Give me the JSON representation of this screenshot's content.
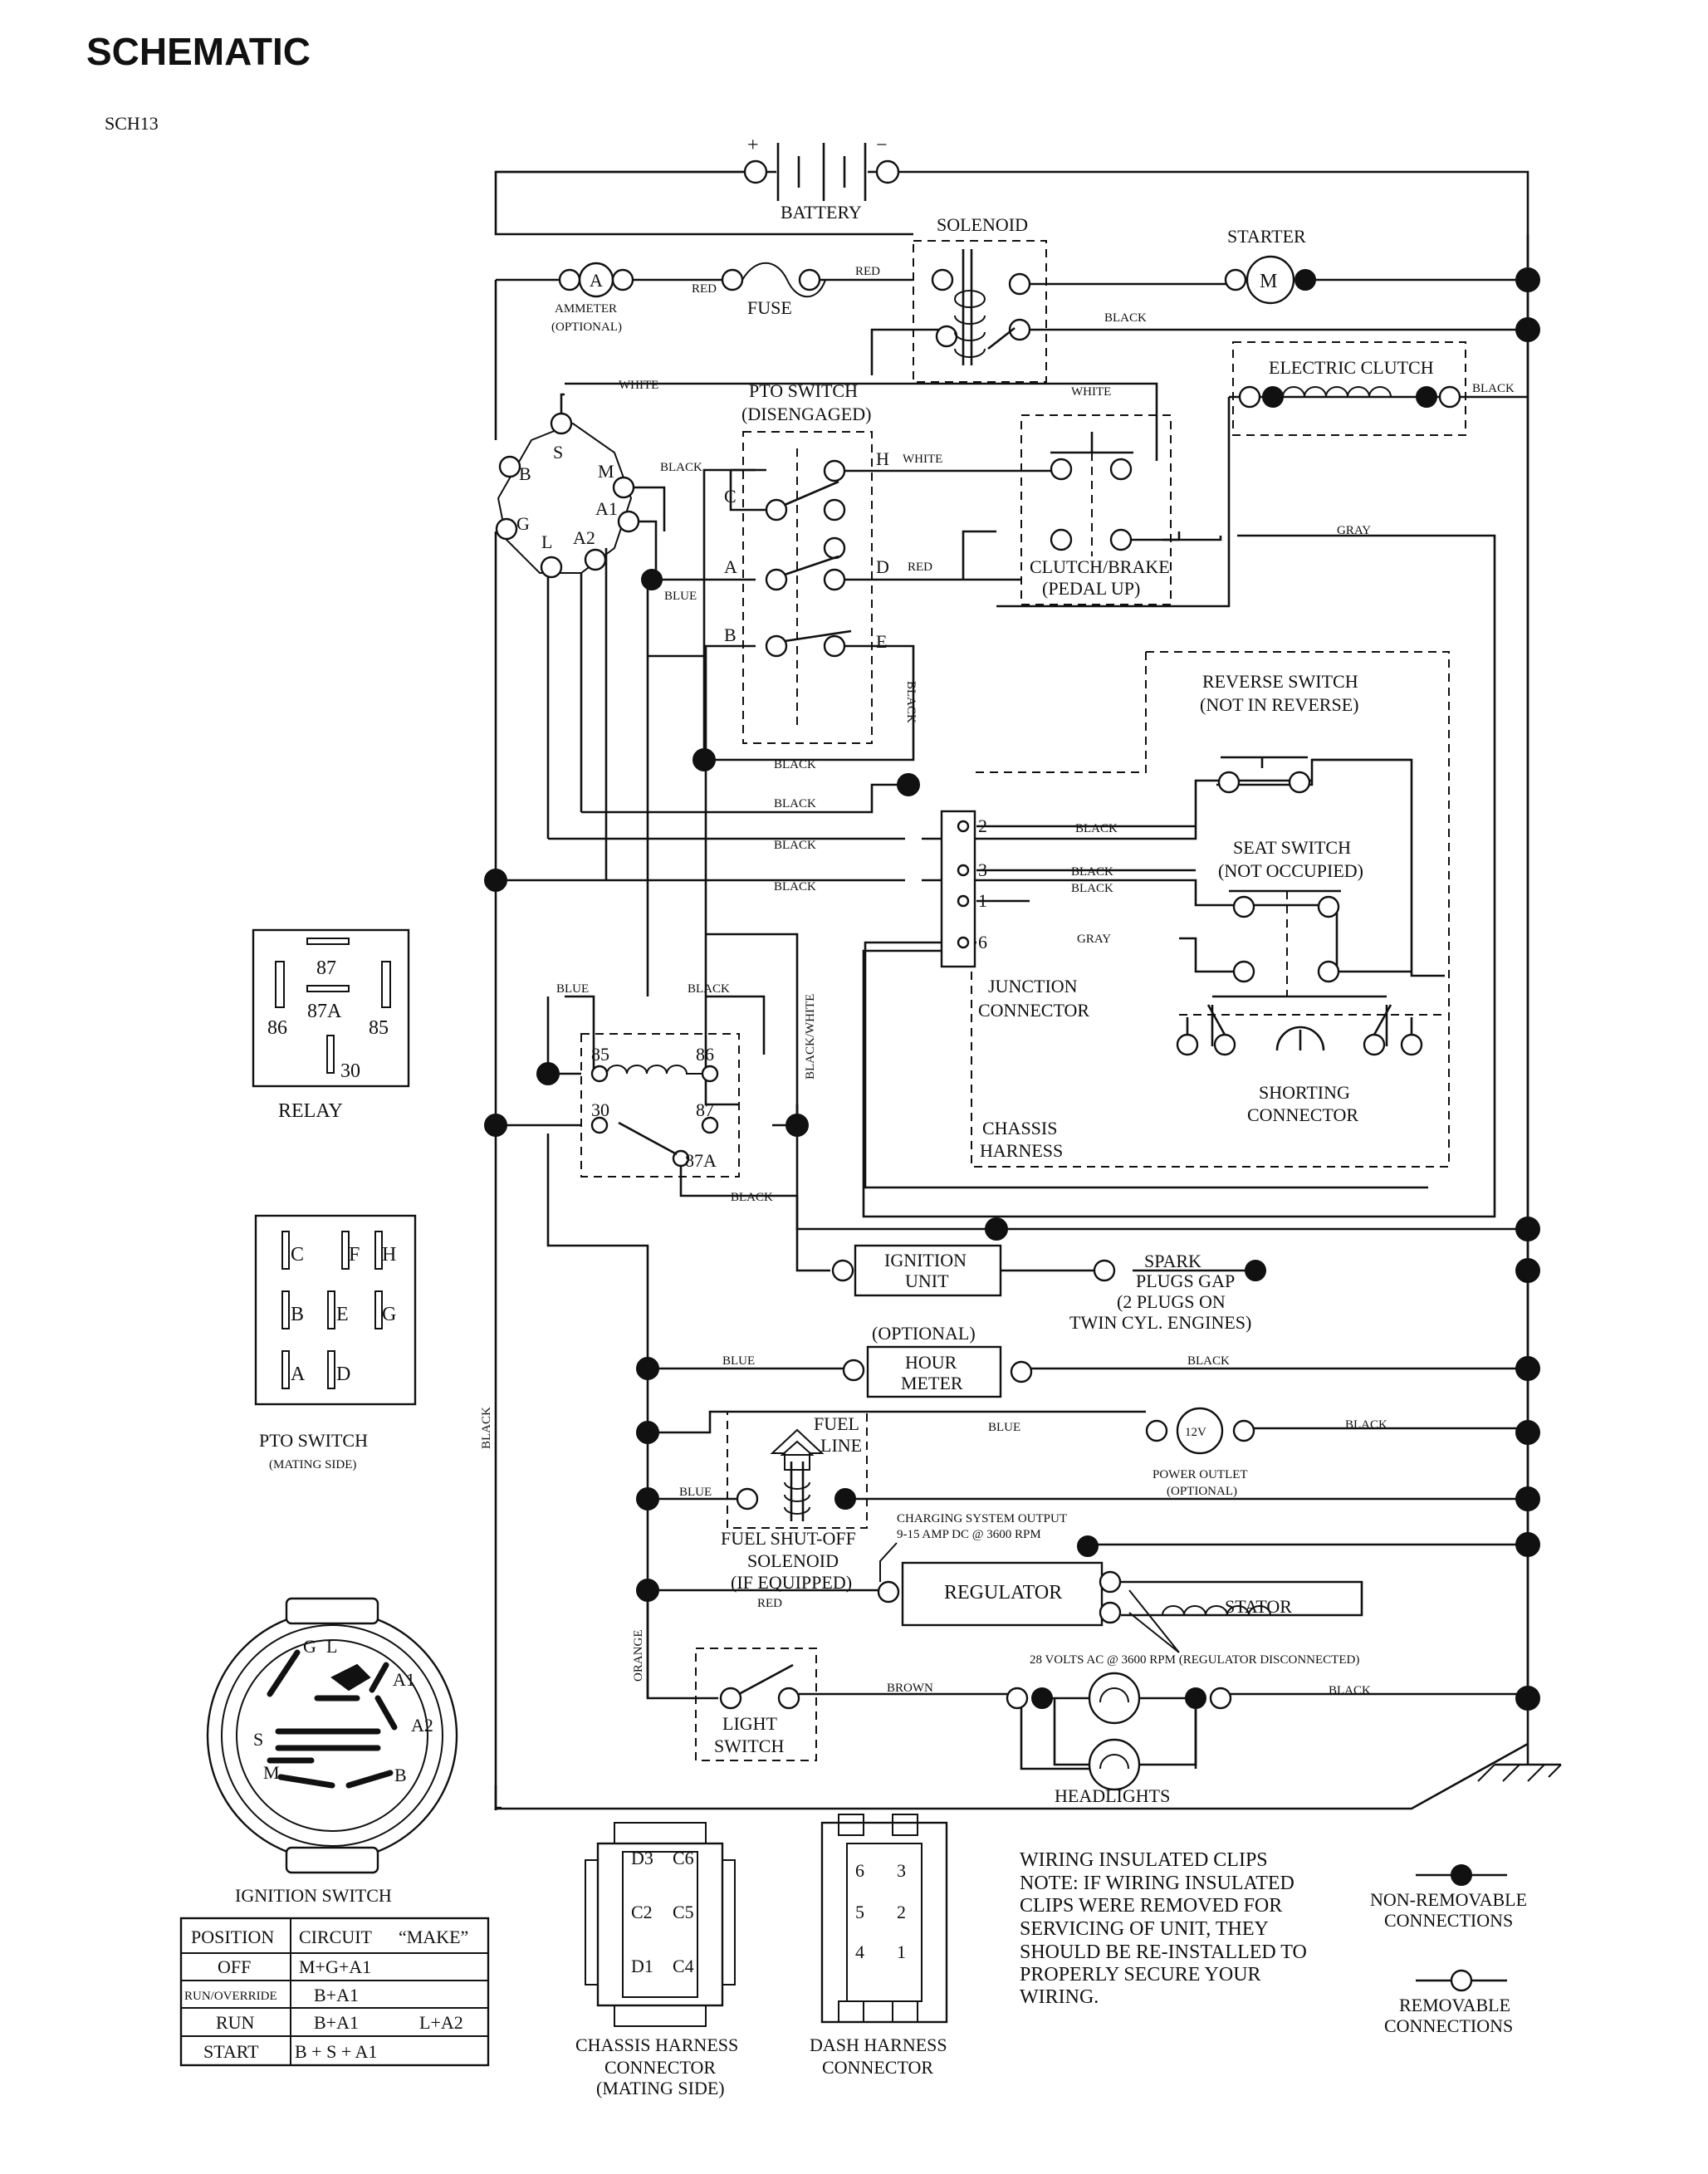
{
  "page": {
    "title": "SCHEMATIC",
    "code": "SCH13"
  },
  "components": {
    "battery": "BATTERY",
    "battery_plus": "+",
    "battery_minus": "−",
    "solenoid": "SOLENOID",
    "starter": "STARTER",
    "starter_symbol": "M",
    "ammeter": [
      "AMMETER",
      "(OPTIONAL)"
    ],
    "ammeter_symbol": "A",
    "fuse": "FUSE",
    "pto_switch": [
      "PTO SWITCH",
      "(DISENGAGED)"
    ],
    "electric_clutch": "ELECTRIC CLUTCH",
    "clutch_brake": [
      "CLUTCH/BRAKE",
      "(PEDAL UP)"
    ],
    "reverse_switch": [
      "REVERSE SWITCH",
      "(NOT IN REVERSE)"
    ],
    "seat_switch": [
      "SEAT SWITCH",
      "(NOT OCCUPIED)"
    ],
    "junction_connector": [
      "JUNCTION",
      "CONNECTOR"
    ],
    "shorting_connector": [
      "SHORTING",
      "CONNECTOR"
    ],
    "chassis_harness": [
      "CHASSIS",
      "HARNESS"
    ],
    "ignition_unit": [
      "IGNITION",
      "UNIT"
    ],
    "spark_plugs": [
      "SPARK",
      "PLUGS GAP",
      "(2 PLUGS ON",
      "TWIN CYL. ENGINES)"
    ],
    "hour_meter": [
      "(OPTIONAL)",
      "HOUR",
      "METER"
    ],
    "power_outlet": [
      "POWER OUTLET",
      "(OPTIONAL)"
    ],
    "power_outlet_symbol": "12V",
    "fuel_line": [
      "FUEL",
      "LINE"
    ],
    "fuel_solenoid": [
      "FUEL SHUT-OFF",
      "SOLENOID",
      "(IF EQUIPPED)"
    ],
    "charging_output": [
      "CHARGING SYSTEM OUTPUT",
      "9-15 AMP DC @ 3600 RPM"
    ],
    "regulator": "REGULATOR",
    "stator": "STATOR",
    "stator_note": "28 VOLTS AC @ 3600 RPM (REGULATOR DISCONNECTED)",
    "light_switch": [
      "LIGHT",
      "SWITCH"
    ],
    "headlights": "HEADLIGHTS"
  },
  "ign_terminals": [
    "S",
    "B",
    "M",
    "G",
    "A1",
    "L",
    "A2"
  ],
  "pto_terminals": [
    "C",
    "H",
    "A",
    "D",
    "B",
    "E"
  ],
  "relay_terminals": [
    "85",
    "86",
    "30",
    "87",
    "87A"
  ],
  "junction_pins": [
    "2",
    "3",
    "1",
    "6"
  ],
  "wire_labels": {
    "white": "WHITE",
    "red": "RED",
    "black": "BLACK",
    "blue": "BLUE",
    "gray": "GRAY",
    "black_white": "BLACK/WHITE",
    "orange": "ORANGE",
    "brown": "BROWN"
  },
  "relay_legend": {
    "title": "RELAY",
    "pins": [
      "87",
      "87A",
      "86",
      "85",
      "30"
    ]
  },
  "pto_legend": {
    "title": "PTO SWITCH",
    "subtitle": "(MATING SIDE)",
    "pins": [
      "C",
      "F",
      "H",
      "B",
      "E",
      "G",
      "A",
      "D"
    ]
  },
  "ignition_switch": {
    "title": "IGNITION SWITCH",
    "face": [
      "G",
      "L",
      "A1",
      "S",
      "A2",
      "M",
      "B"
    ],
    "table_headers": [
      "POSITION",
      "CIRCUIT",
      "“MAKE”"
    ],
    "rows": [
      {
        "position": "OFF",
        "circuit": "M+G+A1",
        "extra": ""
      },
      {
        "position": "RUN/OVERRIDE",
        "circuit": "B+A1",
        "extra": ""
      },
      {
        "position": "RUN",
        "circuit": "B+A1",
        "extra": "L+A2"
      },
      {
        "position": "START",
        "circuit": "B + S + A1",
        "extra": ""
      }
    ]
  },
  "chassis_connector": {
    "pins": [
      "D3",
      "C6",
      "C2",
      "C5",
      "D1",
      "C4"
    ],
    "label": [
      "CHASSIS HARNESS",
      "CONNECTOR",
      "(MATING SIDE)"
    ]
  },
  "dash_connector": {
    "pins": [
      "6",
      "3",
      "5",
      "2",
      "4",
      "1"
    ],
    "label": [
      "DASH HARNESS",
      "CONNECTOR"
    ]
  },
  "note": [
    "WIRING INSULATED CLIPS",
    "NOTE:  IF WIRING INSULATED",
    "CLIPS WERE REMOVED FOR",
    "SERVICING OF UNIT, THEY",
    "SHOULD BE RE-INSTALLED TO",
    "PROPERLY SECURE YOUR",
    "WIRING."
  ],
  "legend": {
    "non_removable": [
      "NON-REMOVABLE",
      "CONNECTIONS"
    ],
    "removable": [
      "REMOVABLE",
      "CONNECTIONS"
    ]
  }
}
